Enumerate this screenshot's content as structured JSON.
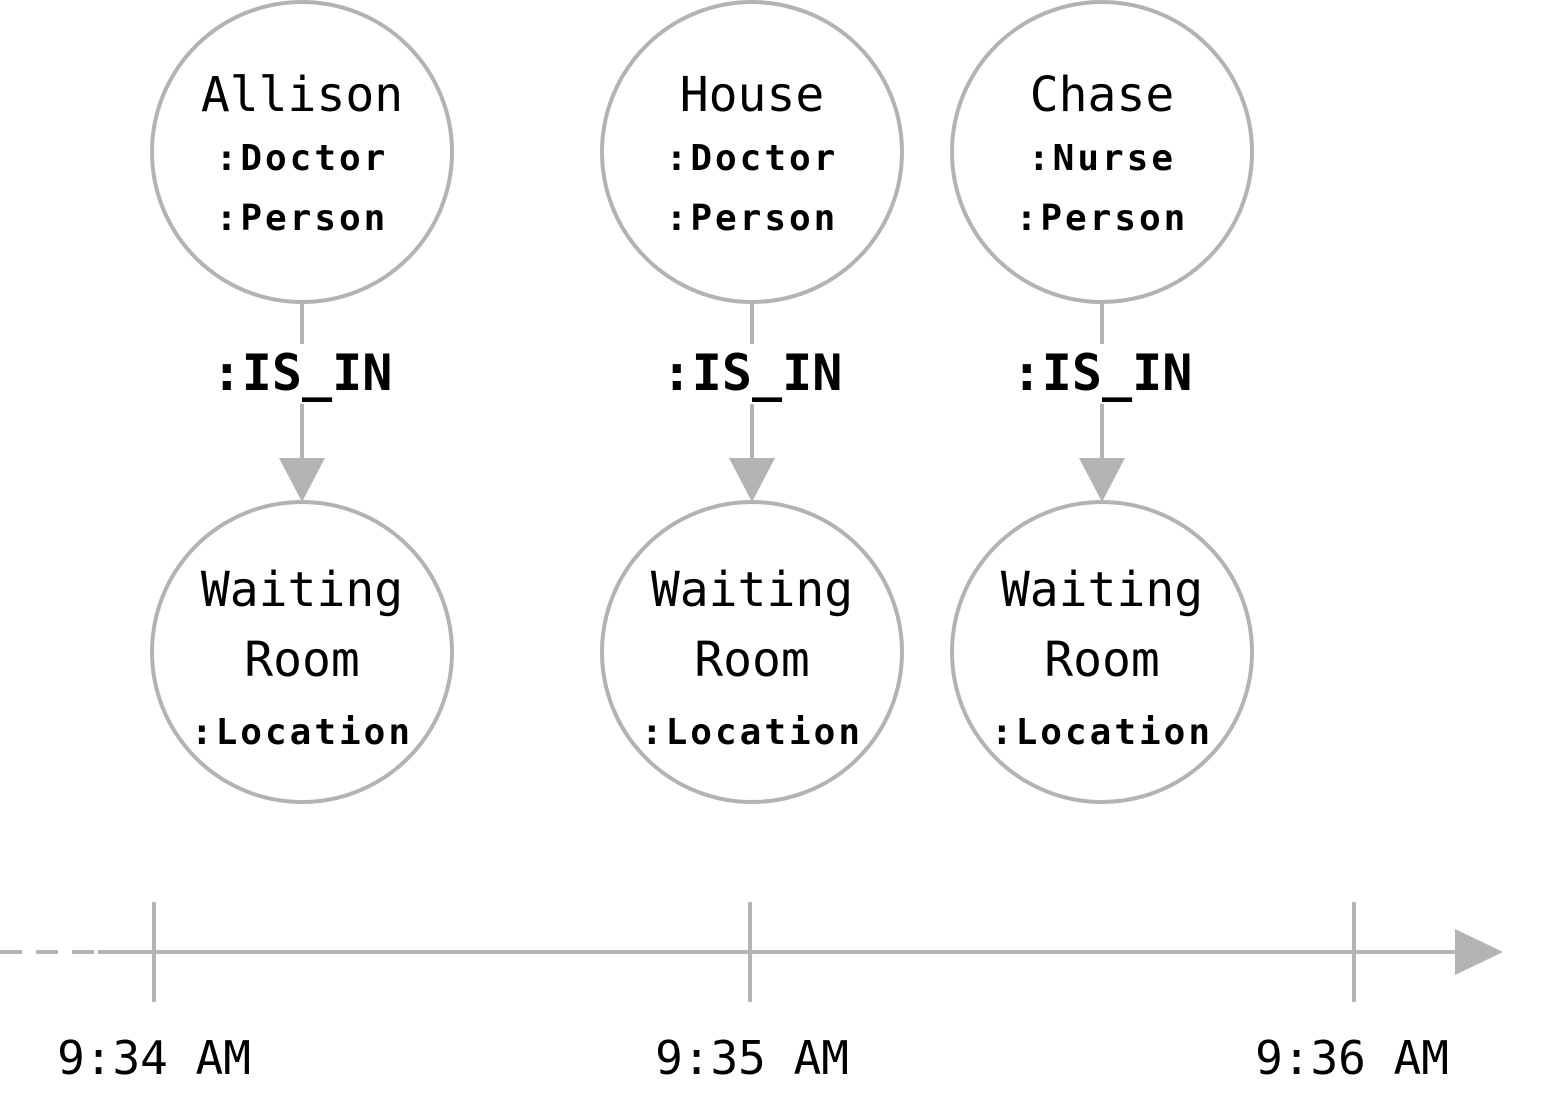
{
  "snapshots": [
    {
      "person": {
        "name": "Allison",
        "labels": [
          ":Doctor",
          ":Person"
        ]
      },
      "relationship": ":IS_IN",
      "location": {
        "name_lines": [
          "Waiting",
          "Room"
        ],
        "label": ":Location"
      }
    },
    {
      "person": {
        "name": "House",
        "labels": [
          ":Doctor",
          ":Person"
        ]
      },
      "relationship": ":IS_IN",
      "location": {
        "name_lines": [
          "Waiting",
          "Room"
        ],
        "label": ":Location"
      }
    },
    {
      "person": {
        "name": "Chase",
        "labels": [
          ":Nurse",
          ":Person"
        ]
      },
      "relationship": ":IS_IN",
      "location": {
        "name_lines": [
          "Waiting",
          "Room"
        ],
        "label": ":Location"
      }
    }
  ],
  "timeline": {
    "ticks": [
      "9:34 AM",
      "9:35 AM",
      "9:36 AM"
    ]
  },
  "colors": {
    "stroke": "#b3b3b3",
    "text": "#000000",
    "background": "#ffffff"
  }
}
